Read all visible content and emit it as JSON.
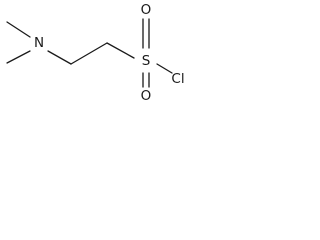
{
  "molecule": {
    "atoms": {
      "nitrogen": "N",
      "sulfur": "S",
      "oxygen_top": "O",
      "oxygen_bottom": "O",
      "chlorine": "Cl"
    }
  }
}
